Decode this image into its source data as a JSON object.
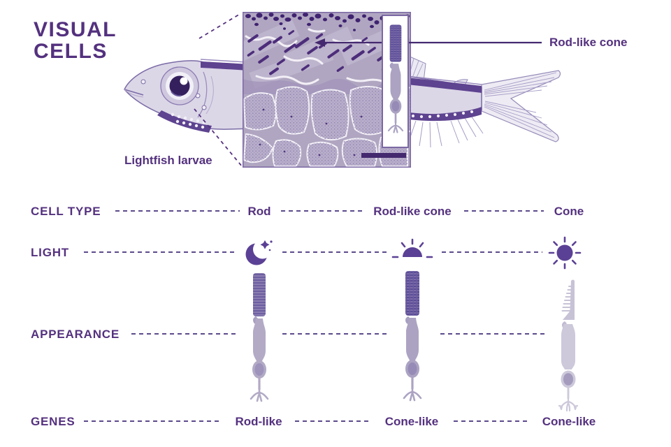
{
  "title": {
    "line1": "VISUAL",
    "line2": "CELLS"
  },
  "figure": {
    "specimen_label": "Lightfish larvae",
    "callout_label": "Rod-like cone",
    "inset_icon": "retina-micrograph",
    "inset_cell_icon": "rod-like-cone-cell"
  },
  "table": {
    "rows": [
      {
        "label": "CELL TYPE",
        "values": [
          "Rod",
          "Rod-like cone",
          "Cone"
        ]
      },
      {
        "label": "LIGHT",
        "icons": [
          "moon-and-stars-icon",
          "sunrise-icon",
          "sun-icon"
        ]
      },
      {
        "label": "APPEARANCE",
        "icons": [
          "rod-cell-icon",
          "rod-like-cone-cell-icon",
          "cone-cell-icon"
        ]
      },
      {
        "label": "GENES",
        "values": [
          "Rod-like",
          "Cone-like",
          "Cone-like"
        ]
      }
    ]
  },
  "colors": {
    "ink": "#54317f",
    "accent": "#5b4195",
    "cell_dark": "#7b6ba8",
    "cell_mid": "#b3aac6",
    "cell_light": "#cdc8da",
    "micrograph_bg": "#b0a6c1"
  }
}
